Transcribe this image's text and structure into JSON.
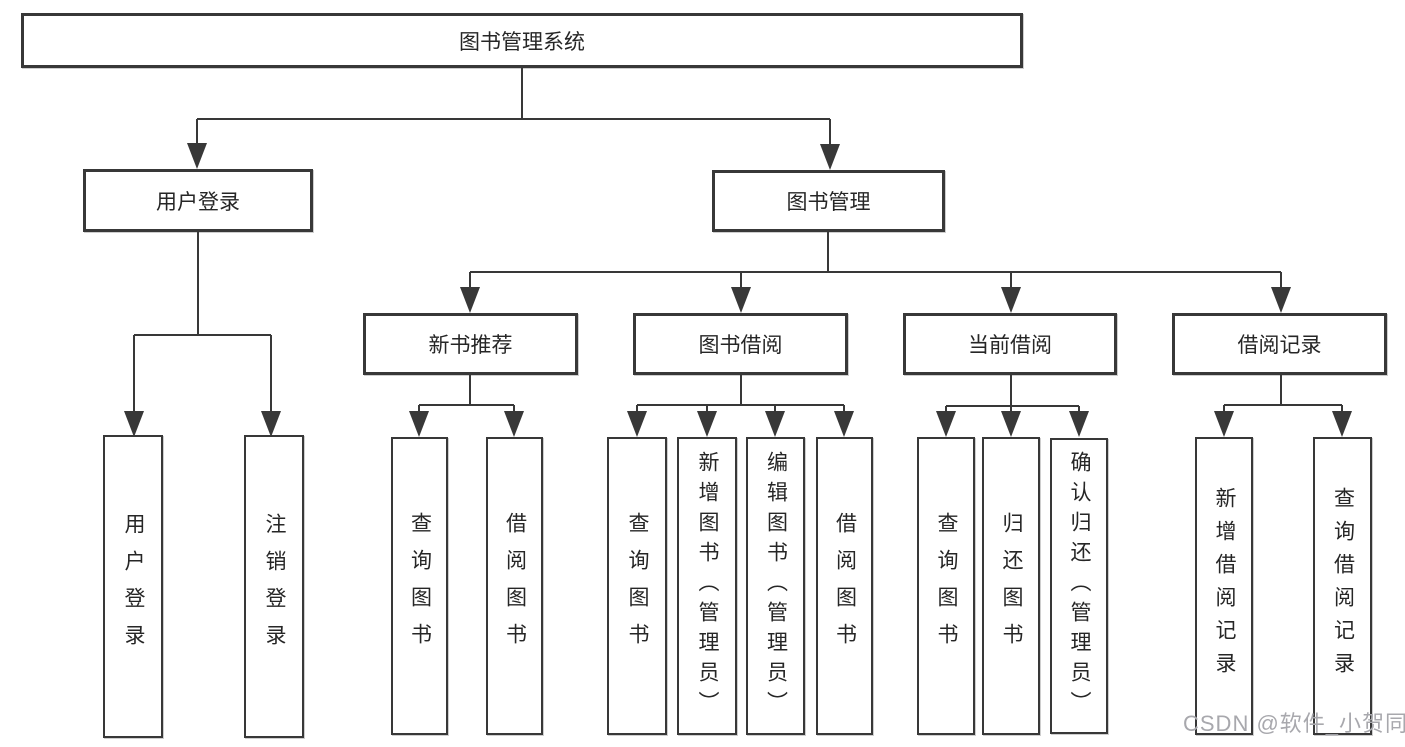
{
  "diagram": {
    "root": "图书管理系统",
    "level2": {
      "user_login": "用户登录",
      "book_management": "图书管理"
    },
    "level3": {
      "new_book_recommend": "新书推荐",
      "book_borrowing": "图书借阅",
      "current_borrowing": "当前借阅",
      "borrowing_records": "借阅记录"
    },
    "leaves": {
      "user_login_login": "用户登录",
      "user_login_logout": "注销登录",
      "recommend_query_books": "查询图书",
      "recommend_borrow_books": "借阅图书",
      "borrowing_query_books": "查询图书",
      "borrowing_add_books_admin": "新增图书（管理员）",
      "borrowing_edit_books_admin": "编辑图书（管理员）",
      "borrowing_borrow_books": "借阅图书",
      "current_query_books": "查询图书",
      "current_return_books": "归还图书",
      "current_confirm_return_admin": "确认归还（管理员）",
      "records_add_record": "新增借阅记录",
      "records_query_record": "查询借阅记录"
    }
  },
  "watermark": {
    "text": "CSDN @软件_小贺同学",
    "color": "#a8a8ad"
  },
  "colors": {
    "line": "#383838",
    "border": "#383838",
    "text": "#262626",
    "background": "#ffffff"
  }
}
